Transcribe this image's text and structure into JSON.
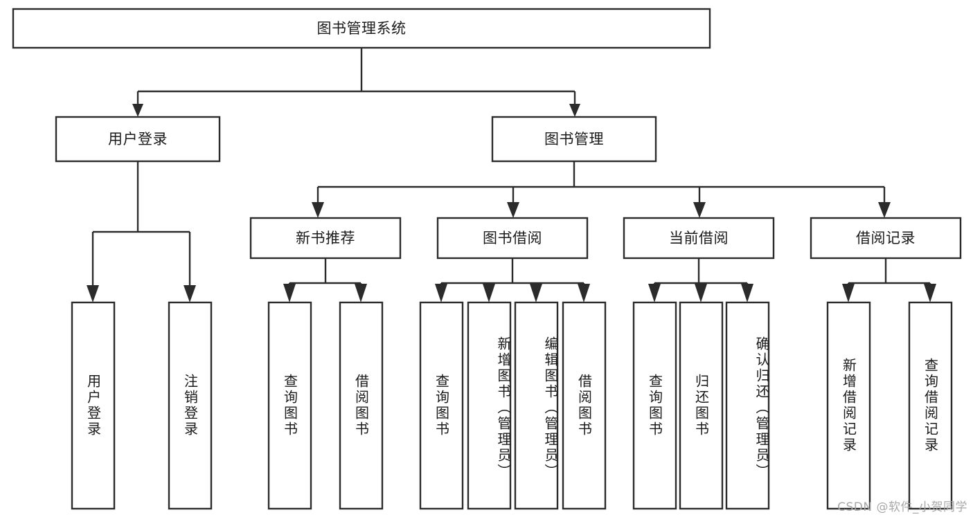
{
  "diagram": {
    "type": "tree-hierarchy-flowchart",
    "title": "图书管理系统",
    "root": {
      "id": "root",
      "label": "图书管理系统",
      "orientation": "horizontal"
    },
    "level1": [
      {
        "id": "user-login",
        "label": "用户登录",
        "orientation": "horizontal"
      },
      {
        "id": "book-manage",
        "label": "图书管理",
        "orientation": "horizontal"
      }
    ],
    "level2": [
      {
        "id": "new-book-recommend",
        "label": "新书推荐",
        "parent": "book-manage",
        "orientation": "horizontal"
      },
      {
        "id": "book-borrow",
        "label": "图书借阅",
        "parent": "book-manage",
        "orientation": "horizontal"
      },
      {
        "id": "current-borrow",
        "label": "当前借阅",
        "parent": "book-manage",
        "orientation": "horizontal"
      },
      {
        "id": "borrow-record",
        "label": "借阅记录",
        "parent": "book-manage",
        "orientation": "horizontal"
      }
    ],
    "leaves": [
      {
        "id": "leaf-user-login",
        "label": "用户登录",
        "parent": "user-login",
        "orientation": "vertical"
      },
      {
        "id": "leaf-logout-login",
        "label": "注销登录",
        "parent": "user-login",
        "orientation": "vertical"
      },
      {
        "id": "leaf-query-book-1",
        "label": "查询图书",
        "parent": "new-book-recommend",
        "orientation": "vertical"
      },
      {
        "id": "leaf-borrow-book-1",
        "label": "借阅图书",
        "parent": "new-book-recommend",
        "orientation": "vertical"
      },
      {
        "id": "leaf-query-book-2",
        "label": "查询图书",
        "parent": "book-borrow",
        "orientation": "vertical"
      },
      {
        "id": "leaf-add-book",
        "label": "新增图书（管理员）",
        "parent": "book-borrow",
        "orientation": "vertical"
      },
      {
        "id": "leaf-edit-book",
        "label": "编辑图书（管理员）",
        "parent": "book-borrow",
        "orientation": "vertical"
      },
      {
        "id": "leaf-borrow-book-2",
        "label": "借阅图书",
        "parent": "book-borrow",
        "orientation": "vertical"
      },
      {
        "id": "leaf-query-book-3",
        "label": "查询图书",
        "parent": "current-borrow",
        "orientation": "vertical"
      },
      {
        "id": "leaf-return-book",
        "label": "归还图书",
        "parent": "current-borrow",
        "orientation": "vertical"
      },
      {
        "id": "leaf-confirm-return",
        "label": "确认归还（管理员）",
        "parent": "current-borrow",
        "orientation": "vertical"
      },
      {
        "id": "leaf-add-record",
        "label": "新增借阅记录",
        "parent": "borrow-record",
        "orientation": "vertical"
      },
      {
        "id": "leaf-query-record",
        "label": "查询借阅记录",
        "parent": "borrow-record",
        "orientation": "vertical"
      }
    ],
    "colors": {
      "box_stroke": "#2b2b2b",
      "box_fill": "#ffffff",
      "text": "#1a1a1a",
      "connector": "#2b2b2b",
      "watermark": "#a8a8a8",
      "background": "#ffffff"
    }
  },
  "watermark": {
    "text": "CSDN @软件_小贺同学"
  }
}
